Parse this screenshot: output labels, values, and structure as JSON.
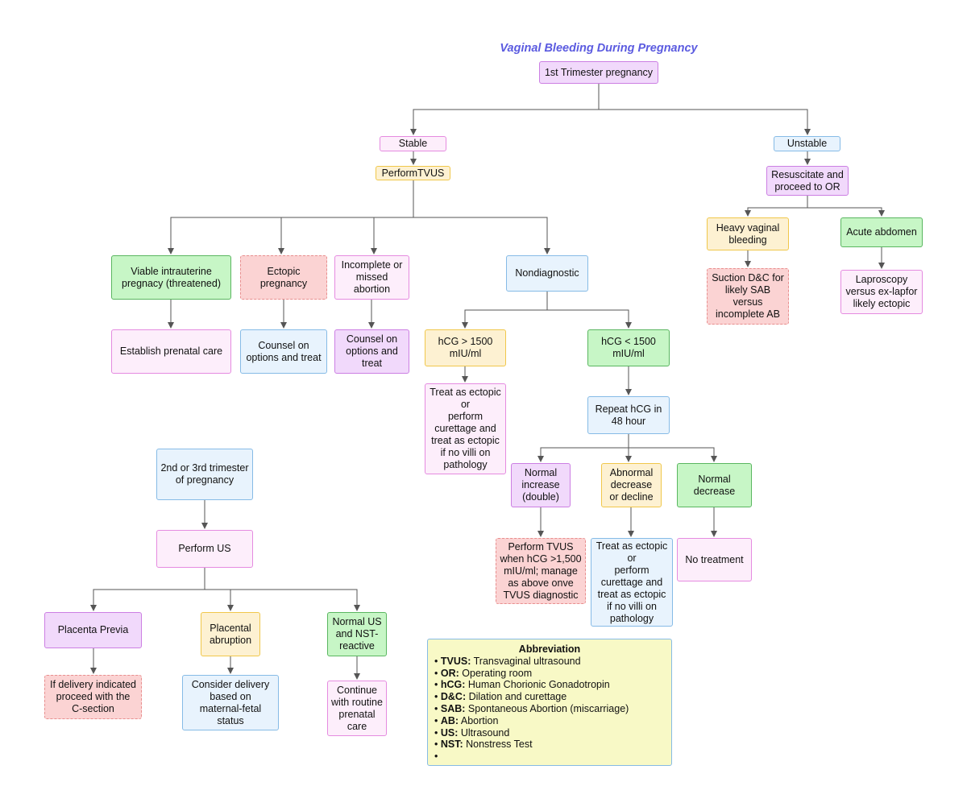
{
  "title": "Vaginal Bleeding During Pregnancy",
  "nodes": {
    "first_trimester": "1st Trimester pregnancy",
    "stable": "Stable",
    "unstable": "Unstable",
    "perform_tvus": "PerformTVUS",
    "resuscitate": "Resuscitate and\nproceed to OR",
    "heavy_bleeding": "Heavy vaginal\nbleeding",
    "acute_abdomen": "Acute abdomen",
    "suction_dc": "Suction D&C for\nlikely SAB\nversus\nincomplete AB",
    "laproscopy": "Laproscopy\nversus ex-lapfor\nlikely ectopic",
    "viable_iup": "Viable intrauterine\npregnacy (threatened)",
    "ectopic": "Ectopic\npregnancy",
    "incomplete_abortion": "Incomplete or\nmissed\nabortion",
    "nondiagnostic": "Nondiagnostic",
    "prenatal_care": "Establish prenatal care",
    "counsel_1": "Counsel on\noptions and treat",
    "counsel_2": "Counsel on\noptions and\ntreat",
    "hcg_gt": "hCG > 1500\nmIU/ml",
    "hcg_lt": "hCG < 1500\nmIU/ml",
    "treat_ectopic_1": "Treat as ectopic\nor\nperform\ncurettage and\ntreat as ectopic\nif no villi on\npathology",
    "repeat_hcg": "Repeat hCG in\n48 hour",
    "normal_increase": "Normal\nincrease\n(double)",
    "abnormal_decrease": "Abnormal\ndecrease\nor decline",
    "normal_decrease": "Normal\ndecrease",
    "perform_tvus_when": "Perform TVUS\nwhen hCG >1,500\nmIU/ml; manage\nas above onve\nTVUS diagnostic",
    "treat_ectopic_2": "Treat as ectopic\nor\nperform\ncurettage and\ntreat as ectopic\nif no villi on\npathology",
    "no_treatment": "No treatment",
    "second_third": "2nd or 3rd trimester\nof pregnancy",
    "perform_us": "Perform US",
    "placenta_previa": "Placenta Previa",
    "placental_abruption": "Placental\nabruption",
    "normal_us_nst": "Normal US\nand NST-\nreactive",
    "c_section": "If delivery indicated\nproceed with the\nC-section",
    "consider_delivery": "Consider delivery\nbased on\nmaternal-fetal\nstatus",
    "continue_care": "Continue\nwith routine\nprenatal\ncare"
  },
  "abbreviation": {
    "title": "Abbreviation",
    "items": [
      {
        "term": "TVUS:",
        "definition": "Transvaginal ultrasound"
      },
      {
        "term": "OR:",
        "definition": "Operating room"
      },
      {
        "term": "hCG:",
        "definition": "Human Chorionic Gonadotropin"
      },
      {
        "term": "D&C:",
        "definition": "Dilation and curettage"
      },
      {
        "term": "SAB:",
        "definition": "Spontaneous Abortion (miscarriage)"
      },
      {
        "term": "AB:",
        "definition": "Abortion"
      },
      {
        "term": "US:",
        "definition": "Ultrasound"
      },
      {
        "term": "NST:",
        "definition": "Nonstress Test"
      },
      {
        "term": "",
        "definition": ""
      }
    ]
  },
  "colors": {
    "title": "#5b5be0",
    "connector": "#555555"
  }
}
